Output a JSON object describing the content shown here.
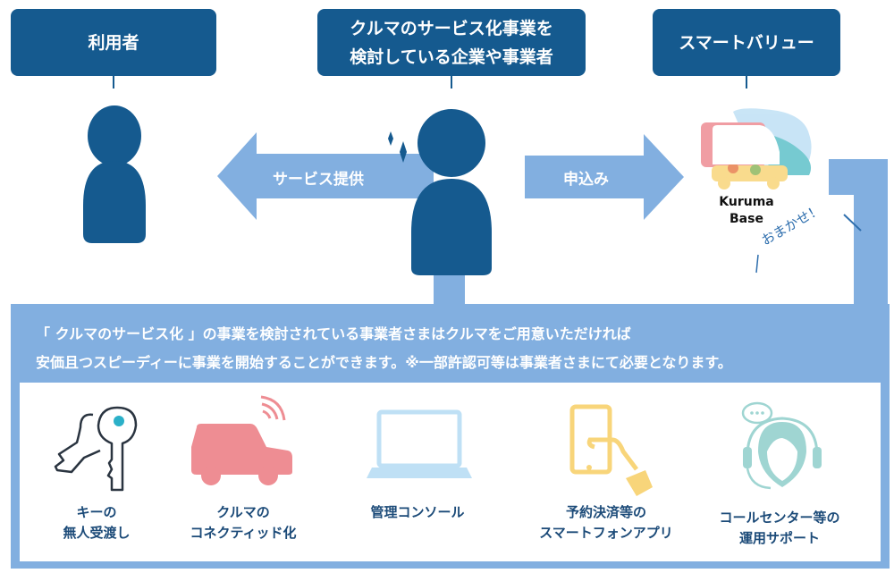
{
  "roles": {
    "user": "利用者",
    "business_line1": "クルマのサービス化事業を",
    "business_line2": "検討している企業や事業者",
    "provider": "スマートバリュー"
  },
  "arrows": {
    "service": "サービス提供",
    "apply": "申込み"
  },
  "logo": {
    "line1": "Kuruma",
    "line2": "Base"
  },
  "omakase": "おまかせ！",
  "description": {
    "line1": "「 クルマのサービス化 」の事業を検討されている事業者さまはクルマをご用意いただければ",
    "line2": "安価且つスピーディーに事業を開始することができます。※一部許認可等は事業者さまにて必要となります。"
  },
  "features": [
    {
      "icon": "key-icon",
      "label": "キーの\n無人受渡し"
    },
    {
      "icon": "connected-car-icon",
      "label": "クルマの\nコネクティッド化"
    },
    {
      "icon": "laptop-icon",
      "label": "管理コンソール"
    },
    {
      "icon": "smartphone-icon",
      "label": "予約決済等の\nスマートフォンアプリ"
    },
    {
      "icon": "headset-operator-icon",
      "label": "コールセンター等の\n運用サポート"
    }
  ],
  "colors": {
    "navy": "#155a8f",
    "blue": "#82afe0",
    "pink": "#ee8d93",
    "yellow": "#f8d57a",
    "teal": "#9fd5d2",
    "lightblue": "#bfe0f5"
  }
}
